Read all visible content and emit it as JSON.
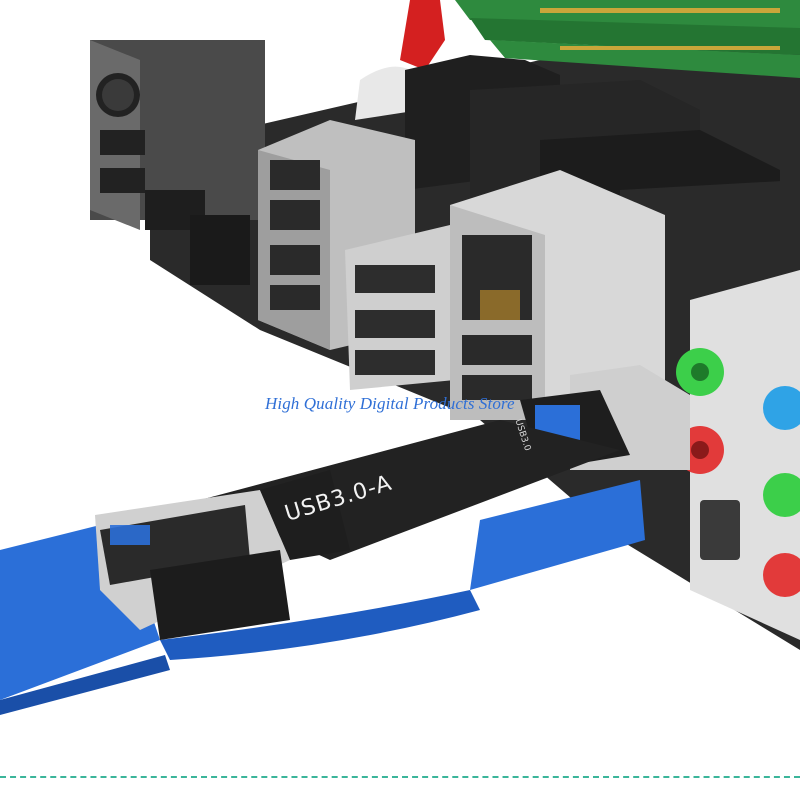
{
  "watermark": "High Quality Digital Products Store",
  "cable_label": "USB3.0-A",
  "pcb_label": "USB3.0",
  "colors": {
    "usb_blue": "#2b6fd8",
    "board_green": "#2e8a3e",
    "audio_green": "#3ccf4a",
    "audio_blue": "#2fa3e6",
    "audio_red": "#e23a3a",
    "watermark": "#2f6fd6",
    "divider": "#3bb59a"
  }
}
